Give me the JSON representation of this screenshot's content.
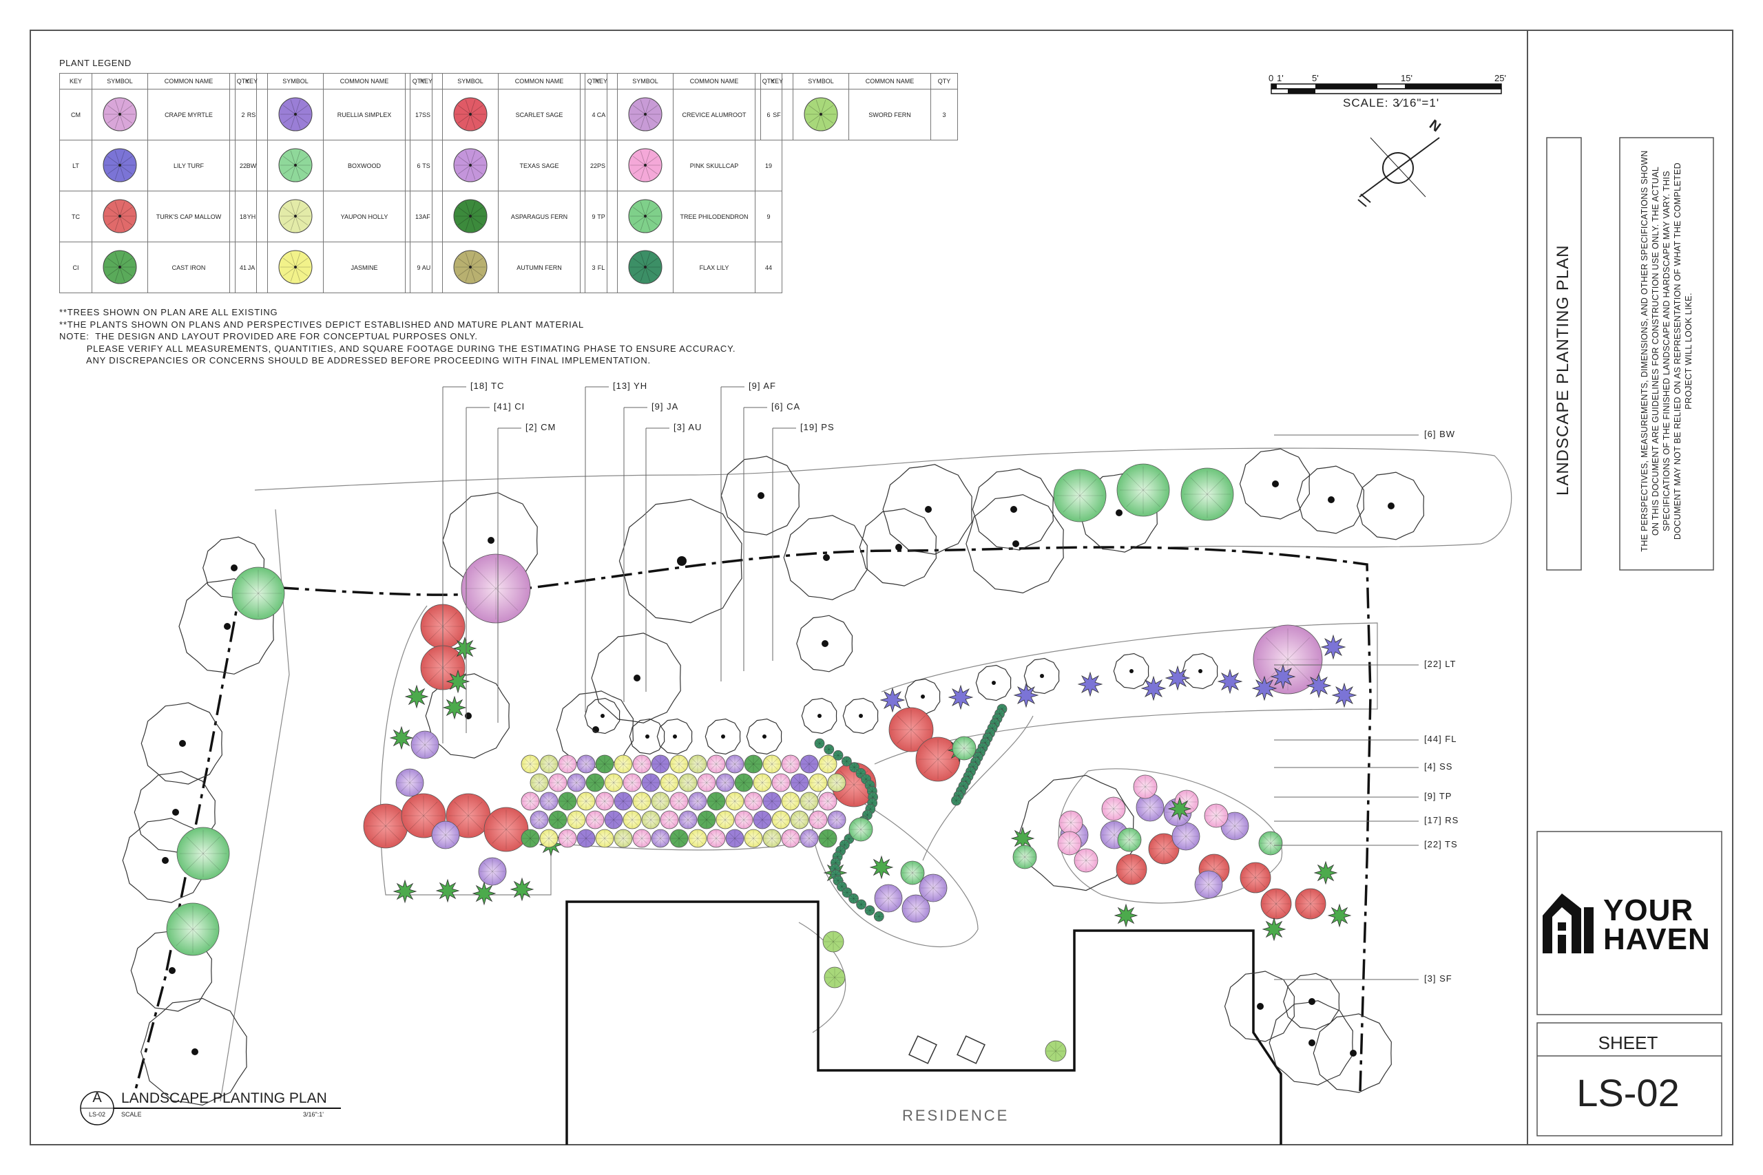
{
  "legend": {
    "title": "PLANT LEGEND",
    "headers": {
      "key": "KEY",
      "symbol": "SYMBOL",
      "name": "COMMON NAME",
      "qty": "QTY"
    },
    "columns": [
      [
        {
          "key": "CM",
          "name": "CRAPE MYRTLE",
          "qty": "2",
          "color": "#d9a6d9",
          "icon": "crape-myrtle-icon"
        },
        {
          "key": "LT",
          "name": "LILY TURF",
          "qty": "22",
          "color": "#7b74d6",
          "icon": "lily-turf-icon"
        },
        {
          "key": "TC",
          "name": "TURK'S CAP MALLOW",
          "qty": "18",
          "color": "#e06a6a",
          "icon": "turks-cap-icon"
        },
        {
          "key": "CI",
          "name": "CAST IRON",
          "qty": "41",
          "color": "#5aaa5a",
          "icon": "cast-iron-icon"
        }
      ],
      [
        {
          "key": "RS",
          "name": "RUELLIA SIMPLEX",
          "qty": "17",
          "color": "#9a7ed6",
          "icon": "ruellia-icon"
        },
        {
          "key": "BW",
          "name": "BOXWOOD",
          "qty": "6",
          "color": "#8fd89a",
          "icon": "boxwood-icon"
        },
        {
          "key": "YH",
          "name": "YAUPON HOLLY",
          "qty": "13",
          "color": "#e3eba8",
          "icon": "yaupon-holly-icon"
        },
        {
          "key": "JA",
          "name": "JASMINE",
          "qty": "9",
          "color": "#f2f28a",
          "icon": "jasmine-icon"
        }
      ],
      [
        {
          "key": "SS",
          "name": "SCARLET SAGE",
          "qty": "4",
          "color": "#e05a66",
          "icon": "scarlet-sage-icon"
        },
        {
          "key": "TS",
          "name": "TEXAS SAGE",
          "qty": "22",
          "color": "#c495db",
          "icon": "texas-sage-icon"
        },
        {
          "key": "AF",
          "name": "ASPARAGUS FERN",
          "qty": "9",
          "color": "#3c8a3c",
          "icon": "asparagus-fern-icon"
        },
        {
          "key": "AU",
          "name": "AUTUMN FERN",
          "qty": "3",
          "color": "#b8b070",
          "icon": "autumn-fern-icon"
        }
      ],
      [
        {
          "key": "CA",
          "name": "CREVICE ALUMROOT",
          "qty": "6",
          "color": "#c89bd6",
          "icon": "alumroot-icon"
        },
        {
          "key": "PS",
          "name": "PINK SKULLCAP",
          "qty": "19",
          "color": "#f4a8d8",
          "icon": "pink-skullcap-icon"
        },
        {
          "key": "TP",
          "name": "TREE PHILODENDRON",
          "qty": "9",
          "color": "#7fd08a",
          "icon": "philodendron-icon"
        },
        {
          "key": "FL",
          "name": "FLAX LILY",
          "qty": "44",
          "color": "#3c8f66",
          "icon": "flax-lily-icon"
        }
      ],
      [
        {
          "key": "SF",
          "name": "SWORD FERN",
          "qty": "3",
          "color": "#a8d87a",
          "icon": "sword-fern-icon"
        }
      ]
    ]
  },
  "notes": {
    "line1": "**TREES SHOWN ON PLAN ARE ALL EXISTING",
    "line2": "**THE PLANTS SHOWN ON PLANS AND PERSPECTIVES DEPICT ESTABLISHED AND MATURE PLANT MATERIAL",
    "line3": "NOTE:  THE DESIGN AND LAYOUT PROVIDED ARE FOR CONCEPTUAL PURPOSES ONLY.",
    "line4": "         PLEASE VERIFY ALL MEASUREMENTS, QUANTITIES, AND SQUARE FOOTAGE DURING THE ESTIMATING PHASE TO ENSURE ACCURACY.",
    "line5": "         ANY DISCREPANCIES OR CONCERNS SHOULD BE ADDRESSED BEFORE PROCEEDING WITH FINAL IMPLEMENTATION."
  },
  "scale": {
    "ticks": [
      "0",
      "1'",
      "5'",
      "15'",
      "25'"
    ],
    "label": "SCALE:  3⁄16\"=1'"
  },
  "north": {
    "label": "N"
  },
  "callouts_top": [
    "[18] TC",
    "[41] CI",
    "[2] CM",
    "[13] YH",
    "[9] JA",
    "[3] AU",
    "[9] AF",
    "[6] CA",
    "[19] PS"
  ],
  "callouts_right": [
    "[6] BW",
    "[22] LT",
    "[44] FL",
    "[4] SS",
    "[9] TP",
    "[17] RS",
    "[22] TS",
    "[3] SF"
  ],
  "plan": {
    "residence_label": "RESIDENCE",
    "title_marker": "A",
    "sheet_ref": "LS-02",
    "title": "LANDSCAPE PLANTING PLAN",
    "scale_left": "SCALE",
    "scale_right": "3/16\":1'"
  },
  "title_block": {
    "vertical_title": "LANDSCAPE PLANTING PLAN",
    "disclaimer": "THE PERSPECTIVES, MEASUREMENTS, DIMENSIONS, AND OTHER SPECIFICATIONS SHOWN ON THIS DOCUMENT ARE GUIDELINES FOR CONSTRUCTION USE ONLY. THE ACTUAL SPECIFICATIONS OF THE FINISHED LANDSCAPE AND HARDSCAPE MAY VARY. THIS DOCUMENT MAY NOT BE RELIED ON AS REPRESENTATION OF WHAT THE COMPLETED PROJECT WILL LOOK LIKE.",
    "logo_line1": "YOUR",
    "logo_line2": "HAVEN",
    "sheet_label": "SHEET",
    "sheet_number": "LS-02"
  }
}
